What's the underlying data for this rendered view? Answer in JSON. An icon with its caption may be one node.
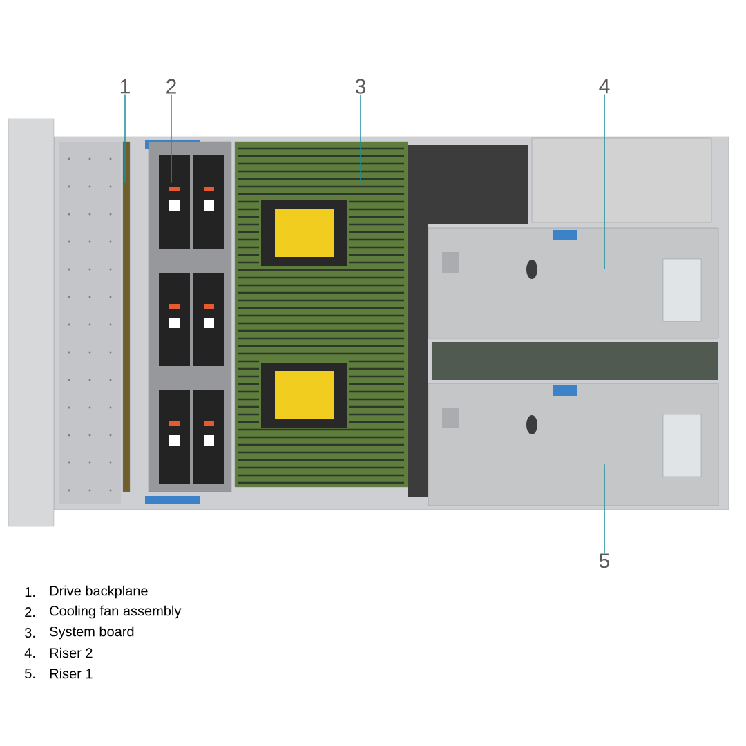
{
  "diagram": {
    "nodes": [
      {
        "text": [
          "1"
        ]
      },
      {
        "text": [
          "2"
        ]
      },
      {
        "text": [
          "3"
        ]
      },
      {
        "text": [
          "4"
        ]
      },
      {
        "text": [
          "5"
        ]
      },
      {
        "text": [],
        "shape": "box"
      },
      {
        "text": [],
        "shape": "box"
      },
      {
        "text": [],
        "shape": "box"
      },
      {
        "text": [],
        "shape": "box"
      },
      {
        "text": [],
        "shape": "box"
      }
    ],
    "edges": [
      {
        "from": 0,
        "to": 5,
        "arrow": "none"
      },
      {
        "from": 1,
        "to": 6,
        "arrow": "none"
      },
      {
        "from": 2,
        "to": 7,
        "arrow": "none"
      },
      {
        "from": 3,
        "to": 8,
        "arrow": "none"
      },
      {
        "from": 4,
        "to": 9,
        "arrow": "none"
      }
    ],
    "labels": [
      "1.",
      "Drive backplane",
      "2.",
      "Cooling fan assembly",
      "3.",
      "System board",
      "4.",
      "Riser 2",
      "5.",
      "Riser 1"
    ]
  }
}
